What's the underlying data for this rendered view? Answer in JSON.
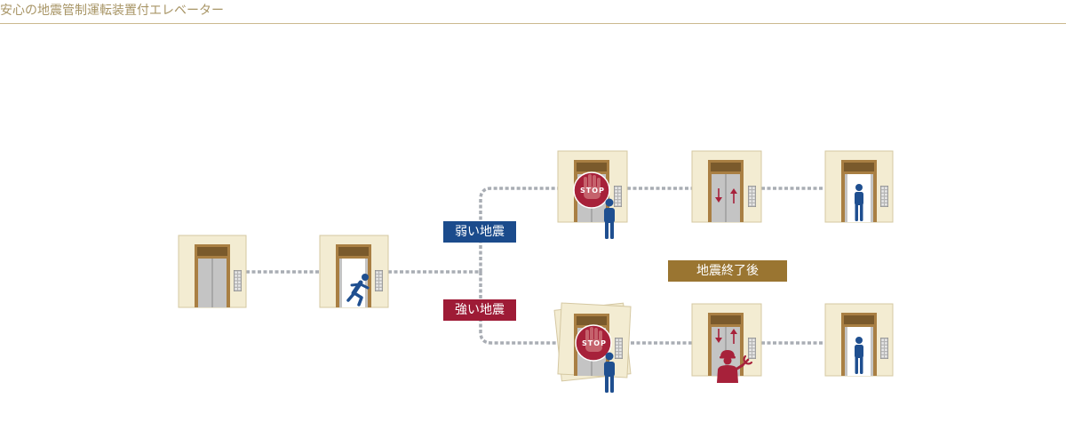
{
  "header": {
    "title": "安心の地震管制運転装置付エレベーター"
  },
  "labels": {
    "weak_quake": "弱い地震",
    "strong_quake": "強い地震",
    "after_quake": "地震終了後",
    "stop": "STOP"
  },
  "colors": {
    "title_text": "#a89566",
    "frame_bg": "#f3ecd2",
    "frame_border": "#d5c8a2",
    "door_frame": "#a97f43",
    "header_bar": "#7a5a2c",
    "door": "#c4c4c4",
    "person": "#1f4f90",
    "technician": "#a7213a",
    "stop_sign": "#a7213a",
    "connector": "#a9adb4",
    "weak_badge": "#1b4b8c",
    "strong_badge": "#9e1b36",
    "after_badge": "#9a7531"
  },
  "icons": [
    "running-person-icon",
    "standing-person-icon",
    "stop-hand-icon",
    "up-down-arrows-icon",
    "technician-icon",
    "wrench-icon",
    "button-panel-icon"
  ]
}
